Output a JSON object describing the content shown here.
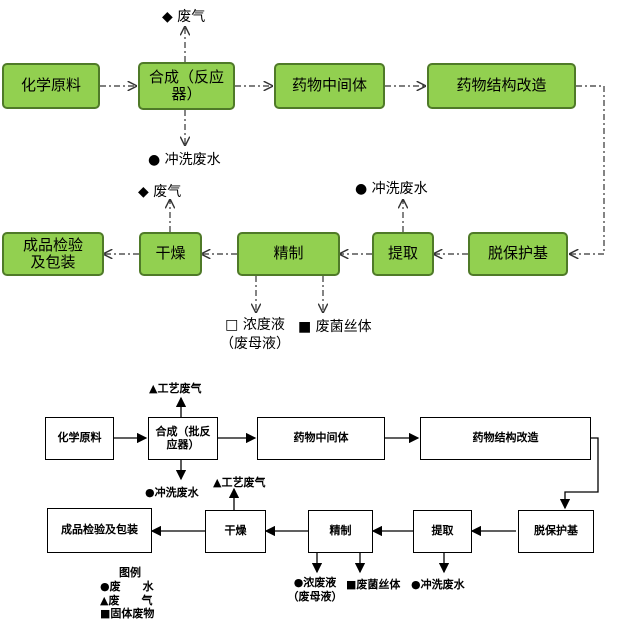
{
  "top": {
    "boxes": {
      "raw": "化学原料",
      "synthesis": "合成（反应器）",
      "intermediate": "药物中间体",
      "modify": "药物结构改造",
      "deprotect": "脱保护基",
      "extract": "提取",
      "refine": "精制",
      "dry": "干燥",
      "inspect": "成品检验及包装"
    },
    "labels": {
      "gas1": "◆ 废气",
      "wash1": "● 冲洗废水",
      "gas2": "◆ 废气",
      "wash2": "● 冲洗废水",
      "conc": "□ 浓度液（废母液）",
      "myc": "■ 废菌丝体"
    }
  },
  "bottom": {
    "boxes": {
      "raw": "化学原料",
      "synthesis": "合成（批反应器）",
      "intermediate": "药物中间体",
      "modify": "药物结构改造",
      "deprotect": "脱保护基",
      "extract": "提取",
      "refine": "精制",
      "dry": "干燥",
      "inspect": "成品检验及包装"
    },
    "labels": {
      "gas1": "▲工艺废气",
      "wash1": "●冲洗废水",
      "gas2": "▲工艺废气",
      "conc": "●浓废液（废母液）",
      "myc": "■废菌丝体",
      "wash2": "●冲洗废水"
    },
    "legend": {
      "title": "图例",
      "water": "●废　　水",
      "gas": "▲废　　气",
      "solid": "■固体废物"
    }
  }
}
